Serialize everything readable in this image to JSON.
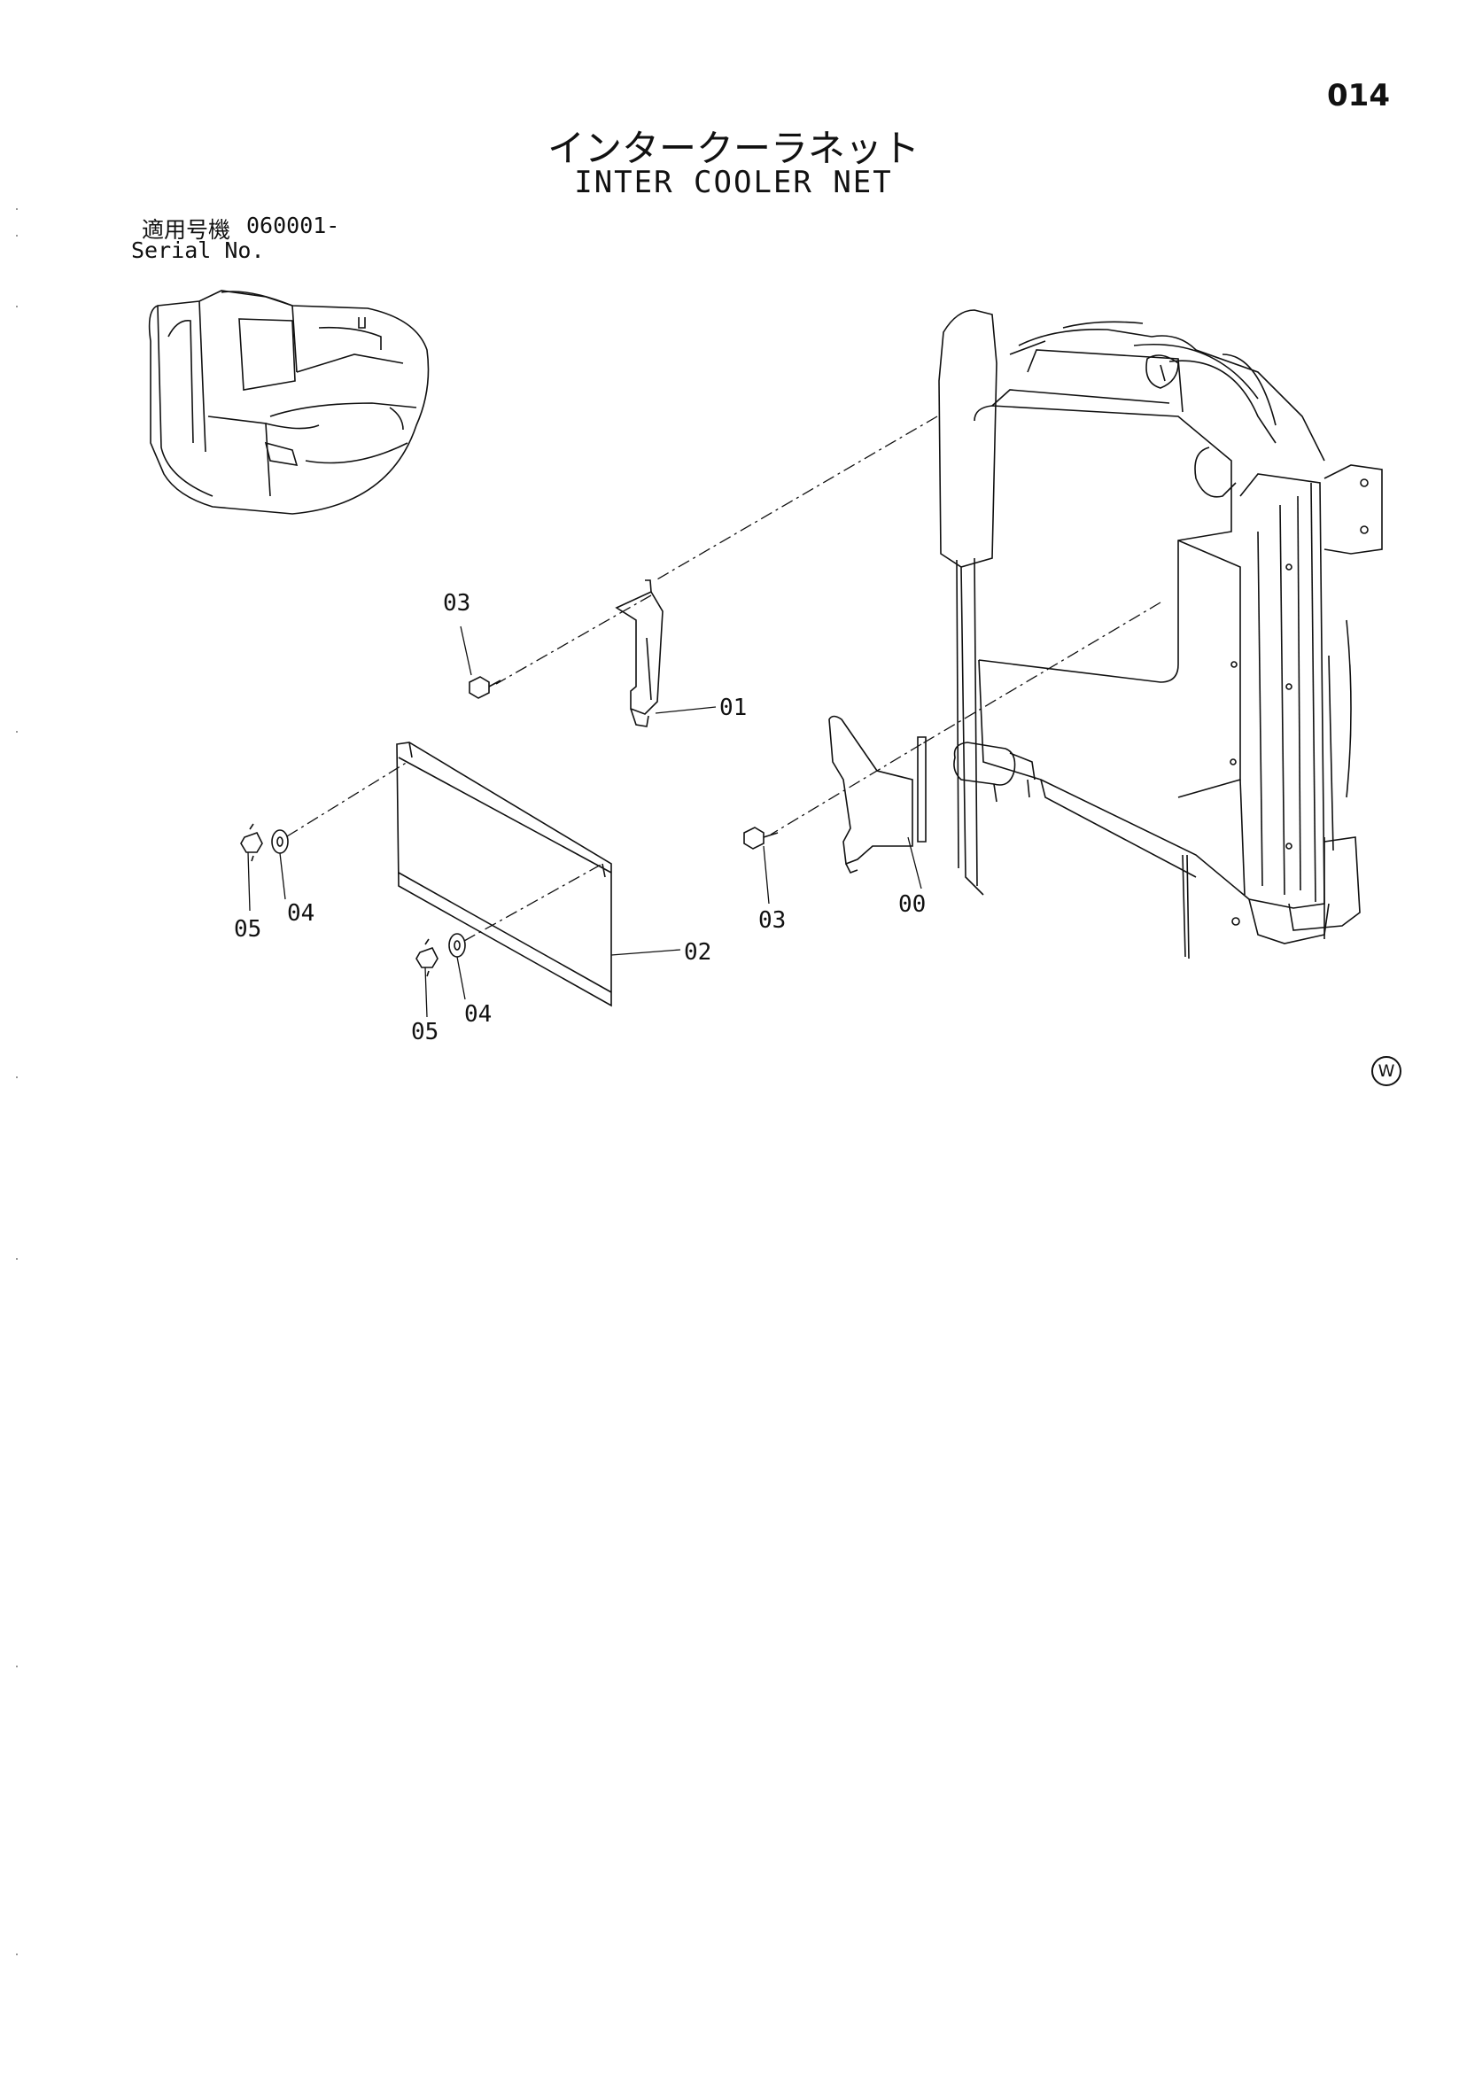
{
  "page": {
    "number": "014",
    "title_ja": "インタークーラネット",
    "title_en": "INTER COOLER NET"
  },
  "serial": {
    "label_ja": "適用号機",
    "value": "060001-",
    "label_en": "Serial No."
  },
  "callouts": {
    "c00": "00",
    "c01": "01",
    "c02": "02",
    "c03a": "03",
    "c03b": "03",
    "c04a": "04",
    "c04b": "04",
    "c05a": "05",
    "c05b": "05"
  },
  "mark": "W"
}
